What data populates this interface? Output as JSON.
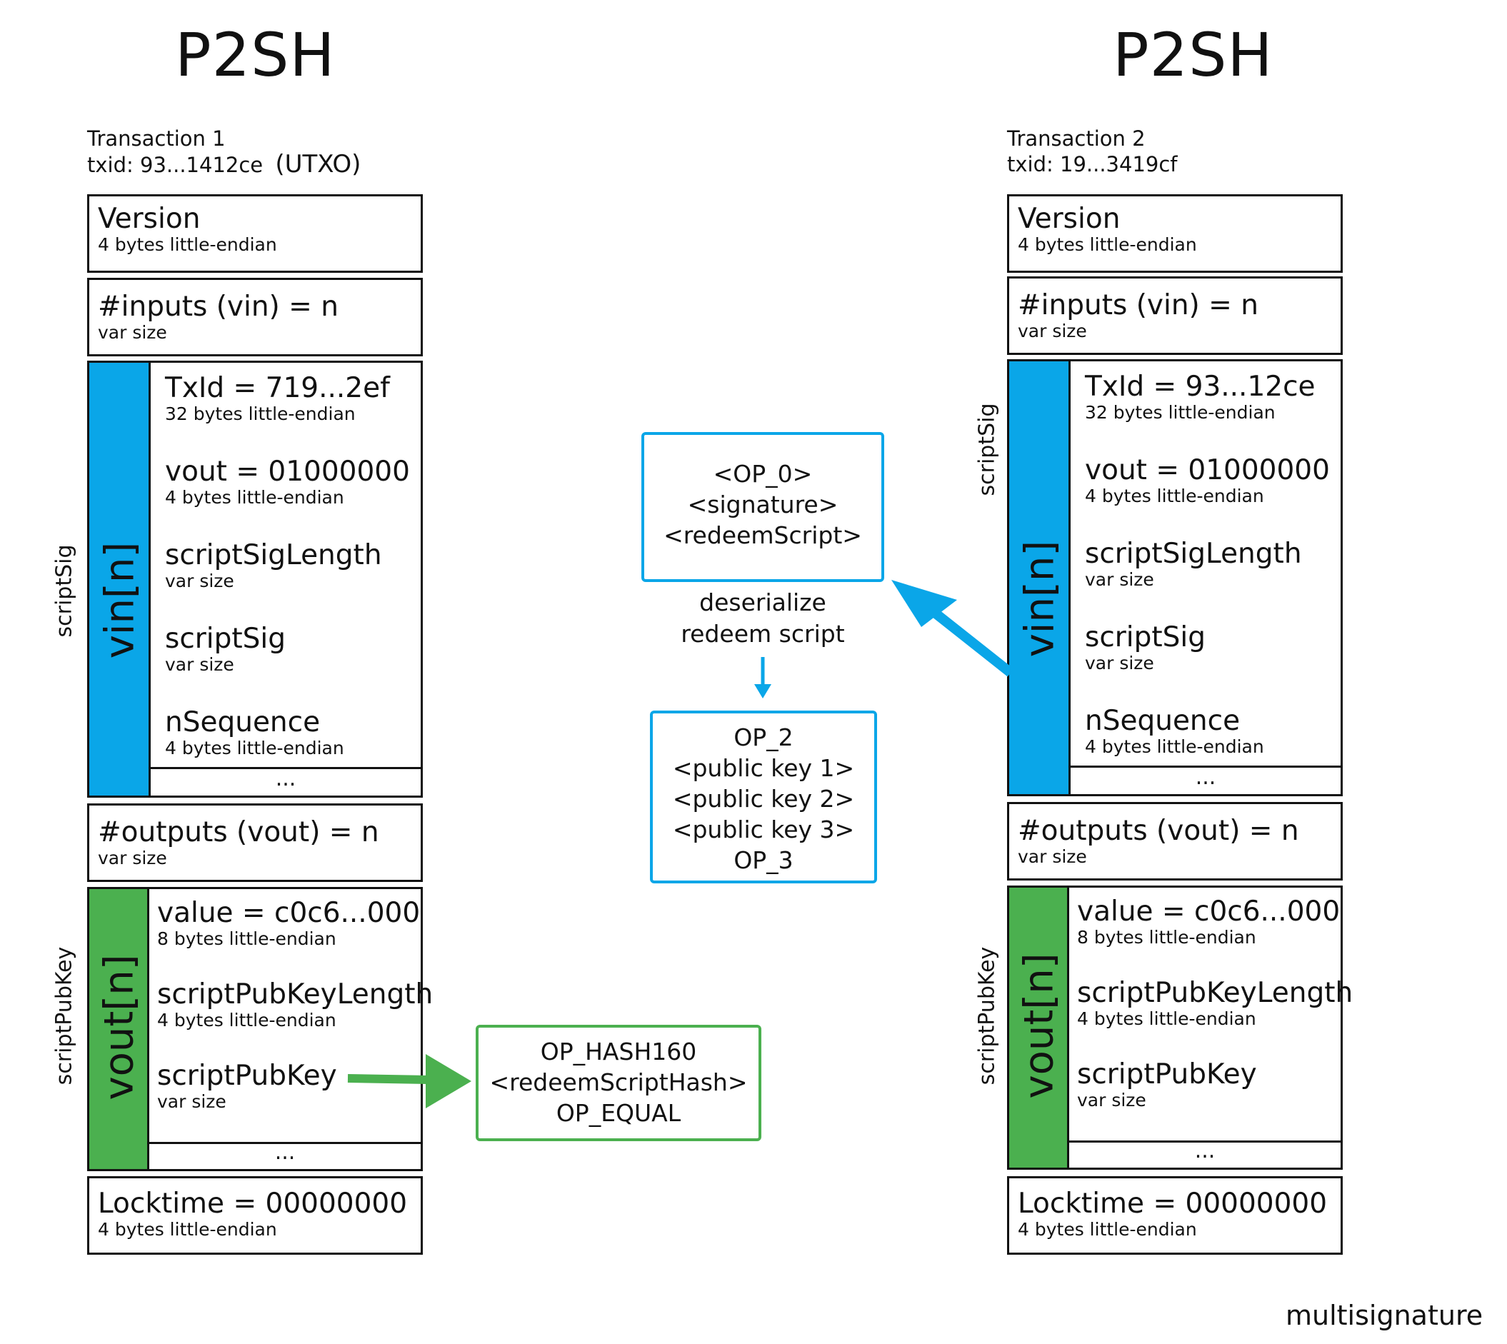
{
  "colors": {
    "blue": "#0aa6e8",
    "green": "#4bb04f",
    "border": "#111111"
  },
  "left": {
    "title": "P2SH",
    "tx_name": "Transaction 1",
    "txid": "txid: 93...1412ce",
    "utxo_tag": "(UTXO)",
    "version": {
      "label": "Version",
      "size": "4 bytes little-endian"
    },
    "inputs": {
      "label": "#inputs (vin) = n",
      "size": "var size"
    },
    "vin_label": "vin[n]",
    "vin_side": "scriptSig",
    "vin_fields": [
      {
        "label": "TxId = 719...2ef",
        "size": "32 bytes little-endian"
      },
      {
        "label": "vout = 01000000",
        "size": "4 bytes little-endian"
      },
      {
        "label": "scriptSigLength",
        "size": "var size"
      },
      {
        "label": "scriptSig",
        "size": "var size"
      },
      {
        "label": "nSequence",
        "size": "4 bytes little-endian"
      }
    ],
    "vin_dots": "...",
    "outputs": {
      "label": "#outputs (vout) = n",
      "size": "var size"
    },
    "vout_label": "vout[n]",
    "vout_side": "scriptPubKey",
    "vout_fields": [
      {
        "label": "value = c0c6...000",
        "size": "8 bytes little-endian"
      },
      {
        "label": "scriptPubKeyLength",
        "size": "4 bytes little-endian"
      },
      {
        "label": "scriptPubKey",
        "size": "var size"
      }
    ],
    "vout_dots": "...",
    "locktime": {
      "label": "Locktime = 00000000",
      "size": "4 bytes little-endian"
    }
  },
  "right": {
    "title": "P2SH",
    "tx_name": "Transaction 2",
    "txid": "txid: 19...3419cf",
    "version": {
      "label": "Version",
      "size": "4 bytes little-endian"
    },
    "inputs": {
      "label": "#inputs (vin) = n",
      "size": "var size"
    },
    "vin_label": "vin[n]",
    "vin_side": "scriptSig",
    "vin_fields": [
      {
        "label": "TxId = 93...12ce",
        "size": "32 bytes little-endian"
      },
      {
        "label": "vout = 01000000",
        "size": "4 bytes little-endian"
      },
      {
        "label": "scriptSigLength",
        "size": "var size"
      },
      {
        "label": "scriptSig",
        "size": "var size"
      },
      {
        "label": "nSequence",
        "size": "4 bytes little-endian"
      }
    ],
    "vin_dots": "...",
    "outputs": {
      "label": "#outputs (vout) = n",
      "size": "var size"
    },
    "vout_label": "vout[n]",
    "vout_side": "scriptPubKey",
    "vout_fields": [
      {
        "label": "value = c0c6...000",
        "size": "8 bytes little-endian"
      },
      {
        "label": "scriptPubKeyLength",
        "size": "4 bytes little-endian"
      },
      {
        "label": "scriptPubKey",
        "size": "var size"
      }
    ],
    "vout_dots": "...",
    "locktime": {
      "label": "Locktime = 00000000",
      "size": "4 bytes little-endian"
    }
  },
  "scriptsig_box": [
    "<OP_0>",
    "<signature>",
    "<redeemScript>"
  ],
  "deserialize_note": [
    "deserialize",
    "redeem script"
  ],
  "redeem_box": [
    "OP_2",
    "<public key 1>",
    "<public key 2>",
    "<public key 3>",
    "OP_3"
  ],
  "pubkey_box": [
    "OP_HASH160",
    "<redeemScriptHash>",
    "OP_EQUAL"
  ],
  "corner_label": "multisignature"
}
